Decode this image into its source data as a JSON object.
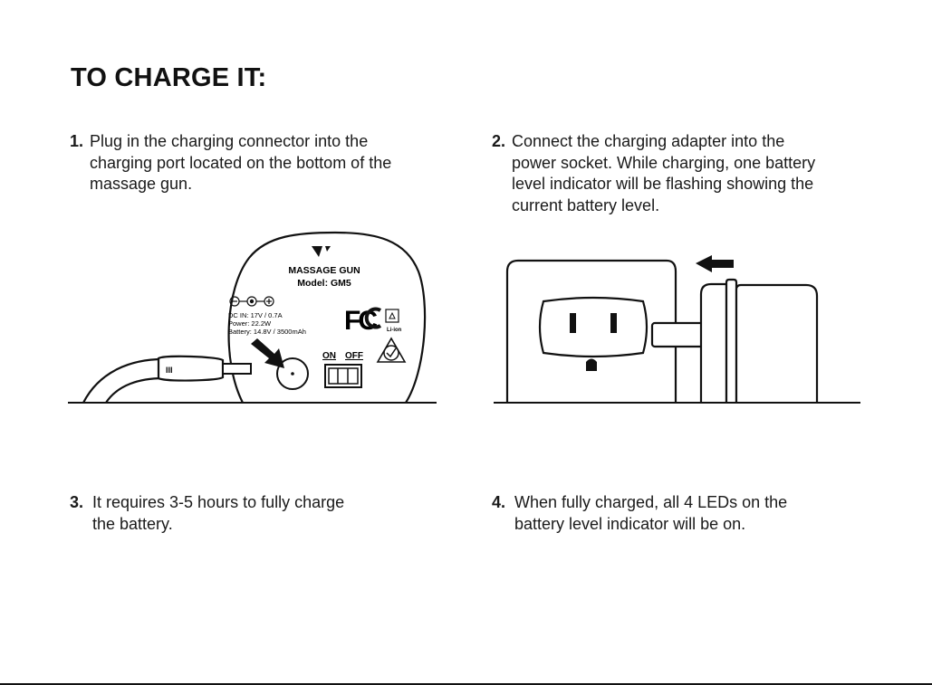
{
  "title": "TO CHARGE IT:",
  "steps": [
    {
      "number": "1.",
      "lines": [
        "Plug in the charging connector into the",
        "charging port located on the bottom of the",
        "massage gun."
      ]
    },
    {
      "number": "2.",
      "lines": [
        "Connect the charging adapter into the",
        "power socket. While charging, one battery",
        "level indicator will be flashing showing the",
        "current battery level."
      ]
    },
    {
      "number": "3.",
      "lines": [
        "It requires 3-5 hours to fully charge",
        "the battery."
      ]
    },
    {
      "number": "4.",
      "lines": [
        "When fully charged, all 4 LEDs on the",
        "battery level indicator will be on."
      ]
    }
  ],
  "label": {
    "product": "MASSAGE GUN",
    "model": "Model: GM5",
    "dc_in": "DC IN: 17V / 0.7A",
    "power": "Power: 22.2W",
    "battery": "Battery: 14.8V / 3500mAh",
    "fcc": "FC",
    "li_ion": "Li-ion",
    "switch_on": "ON",
    "switch_off": "OFF"
  },
  "connector_mark": "III",
  "icons": [
    "brand-logo-icon",
    "polarity-icon",
    "fcc-logo-icon",
    "recycle-icon",
    "rcm-check-icon",
    "arrow-icon",
    "power-outlet-icon",
    "charging-adapter-icon"
  ],
  "colors": {
    "ink": "#111111",
    "background": "#ffffff"
  }
}
